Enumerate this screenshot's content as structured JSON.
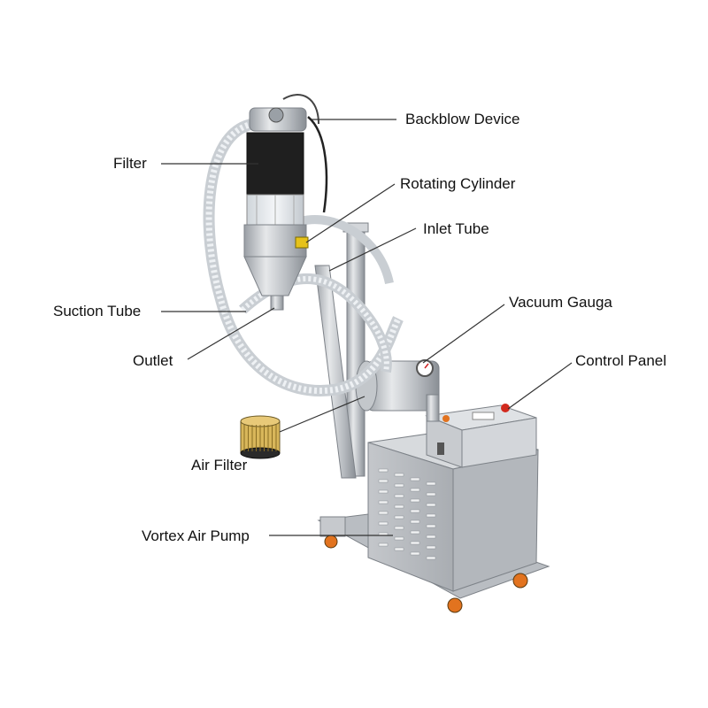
{
  "labels": {
    "backblow_device": "Backblow Device",
    "filter": "Filter",
    "rotating_cylinder": "Rotating Cylinder",
    "inlet_tube": "Inlet Tube",
    "suction_tube": "Suction Tube",
    "vacuum_gauga": "Vacuum Gauga",
    "outlet": "Outlet",
    "control_panel": "Control Panel",
    "air_filter": "Air Filter",
    "vortex_air_pump": "Vortex Air Pump"
  },
  "colors": {
    "steel": "#c9ccd0",
    "steel_dark": "#8e9399",
    "filter_black": "#1f1f1f",
    "hose": "#e3e6ea",
    "wheel_orange": "#e2731f",
    "button_red": "#d22a1e",
    "leader_line": "#333333"
  }
}
